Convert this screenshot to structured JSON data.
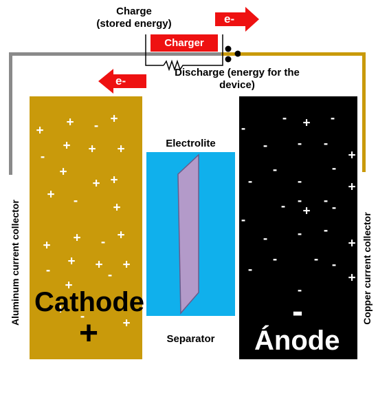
{
  "labels": {
    "charge_line1": "Charge",
    "charge_line2": "(stored energy)",
    "charger": "Charger",
    "discharge_line1": "Discharge (energy for the",
    "discharge_line2": "device)",
    "electron_top": "e-",
    "electron_left": "e-",
    "electrolyte": "Electrolite",
    "separator": "Separator",
    "cathode": "Cathode",
    "cathode_sign": "+",
    "anode": "Ánode",
    "anode_sign": "-",
    "aluminum_collector": "Aluminum current collector",
    "copper_collector": "Copper current collector"
  },
  "charges": {
    "plus": "+",
    "minus": "-"
  },
  "colors": {
    "cathode": "#c99a0b",
    "anode": "#000000",
    "electrolyte": "#10b0ec",
    "separator": "#b39ac9",
    "arrow": "#ee1111",
    "aluminum_wire": "#8a8a8a",
    "copper_wire": "#c99a0b"
  }
}
